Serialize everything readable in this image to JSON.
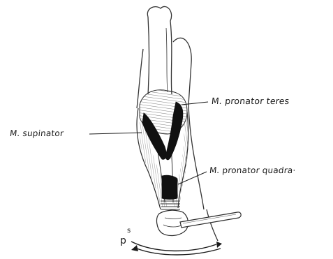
{
  "labels": {
    "pronator_teres": "M. pronator teres",
    "supinator": "M. supinator",
    "pronator_quadratus": "M. pronator quadra·",
    "rotation_s": "s",
    "rotation_p": "p"
  },
  "colors": {
    "ink": "#1a1a1a",
    "muscle_dark": "#111111",
    "background": "#ffffff"
  }
}
